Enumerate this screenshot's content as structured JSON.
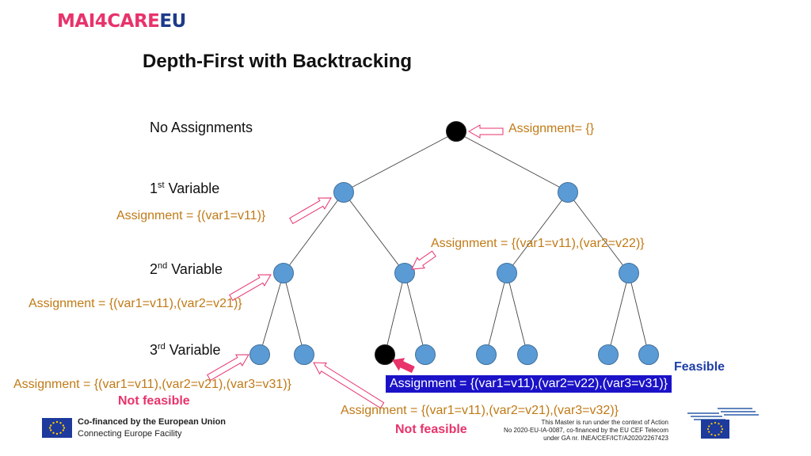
{
  "logo": {
    "part1": "MA",
    "part2": "I4CARE",
    "part3": "EU"
  },
  "title": "Depth-First with Backtracking",
  "levels": {
    "root": "No Assignments",
    "l1_num": "1",
    "l1_sup": "st",
    "l1_text": " Variable",
    "l2_num": "2",
    "l2_sup": "nd",
    "l2_text": " Variable",
    "l3_num": "3",
    "l3_sup": "rd",
    "l3_text": " Variable"
  },
  "assignments": {
    "root": "Assignment= {}",
    "a1": "Assignment = {(var1=v11)}",
    "a2_right": "Assignment = {(var1=v11),(var2=v22)}",
    "a2_left": "Assignment = {(var1=v11),(var2=v21)}",
    "a3_left": "Assignment = {(var1=v11),(var2=v21),(var3=v31)}",
    "a3_mid": "Assignment = {(var1=v11),(var2=v21),(var3=v32)}",
    "a3_highlight": "Assignment = {(var1=v11),(var2=v22),(var3=v31)}"
  },
  "status": {
    "not_feasible_1": "Not feasible",
    "not_feasible_2": "Not feasible",
    "feasible": "Feasible"
  },
  "footer": {
    "eu_line1": "Co-financed by the European Union",
    "eu_line2": "Connecting Europe Facility",
    "right_line1": "This Master is run under the context of Action",
    "right_line2": "No 2020-EU-IA-0087, co-financed by the EU CEF Telecom",
    "right_line3": "under GA nr. INEA/CEF/ICT/A2020/2267423"
  },
  "colors": {
    "node_blue": "#5b9bd5",
    "node_black": "#000000",
    "assignment_text": "#c07a16",
    "not_feasible": "#e8336b",
    "highlight_bg": "#1b12c8"
  }
}
